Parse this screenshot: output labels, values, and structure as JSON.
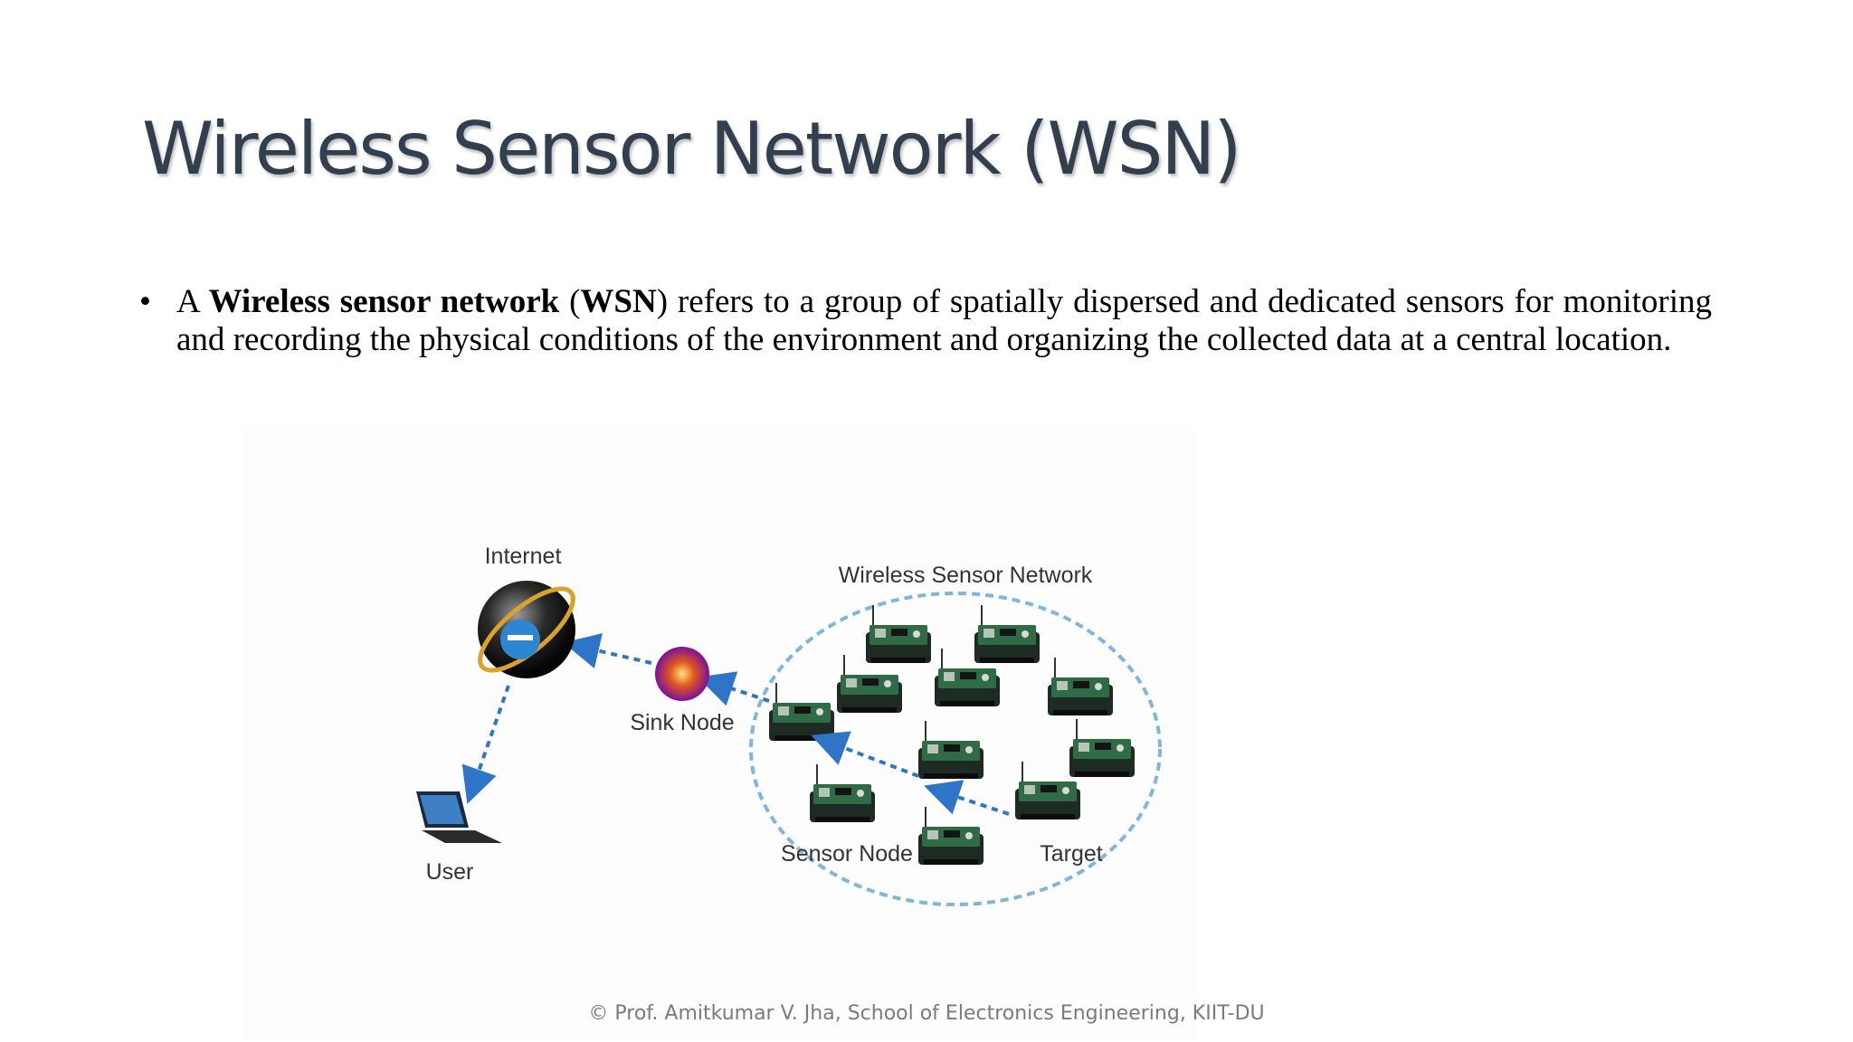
{
  "slide": {
    "title": "Wireless Sensor Network (WSN)",
    "bullet": {
      "marker": "•",
      "lead": "A ",
      "term": "Wireless sensor network",
      "paren_open": " (",
      "abbr": "WSN",
      "rest": ") refers to a group of spatially dispersed and dedicated sensors for monitoring and recording the physical conditions of the environment and organizing the collected data at a central location."
    },
    "diagram": {
      "labels": {
        "internet": "Internet",
        "sink": "Sink Node",
        "user": "User",
        "wsn": "Wireless Sensor Network",
        "sensor": "Sensor Node",
        "target": "Target"
      },
      "colors": {
        "arrow": "#2e75c8",
        "boundary": "#7fb6e0",
        "sink": "#8b1a9c",
        "globe": "#1b1b1b"
      }
    },
    "footer": "© Prof. Amitkumar V. Jha, School of Electronics Engineering, KIIT-DU"
  }
}
